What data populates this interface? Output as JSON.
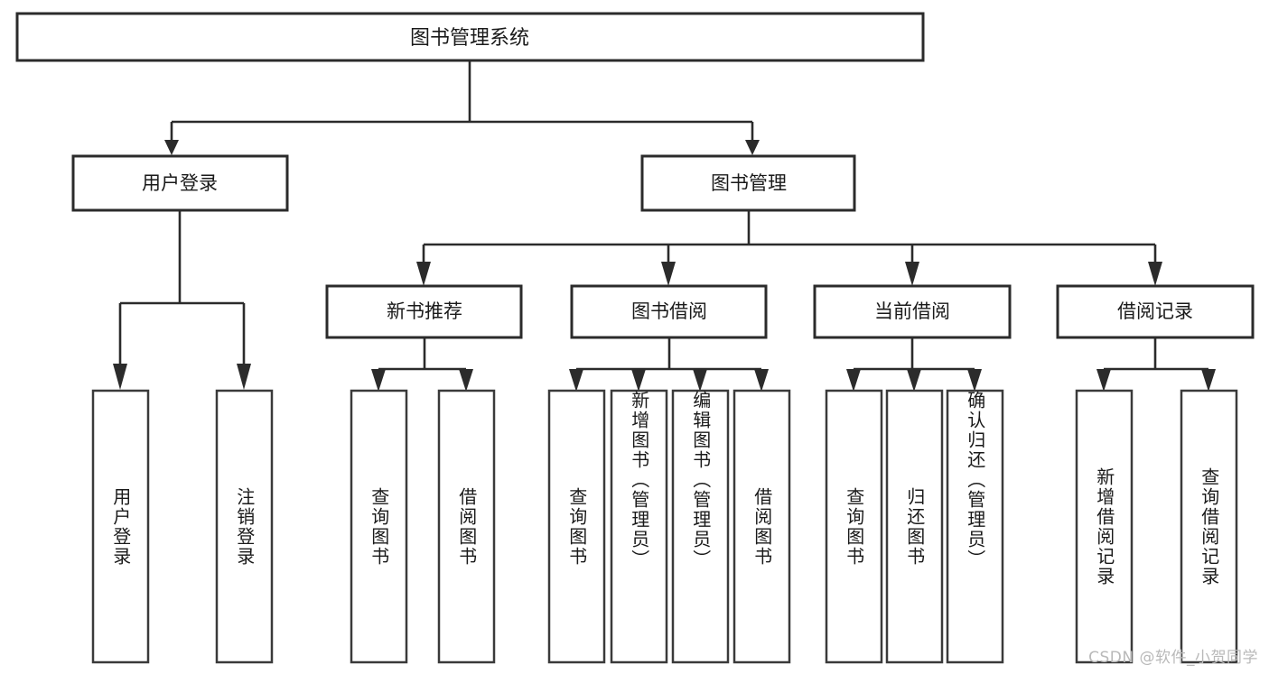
{
  "diagram": {
    "type": "tree-hierarchy",
    "title": "图书管理系统",
    "watermark": "CSDN @软件_小贺同学",
    "colors": {
      "background": "#ffffff",
      "box_stroke": "#2b2b2b",
      "box_fill": "#ffffff",
      "connector": "#2b2b2b",
      "text": "#1a1a1a",
      "watermark": "#b9b9b9"
    },
    "root": {
      "label": "图书管理系统"
    },
    "level2": [
      {
        "label": "用户登录"
      },
      {
        "label": "图书管理"
      }
    ],
    "level3": [
      {
        "label": "新书推荐"
      },
      {
        "label": "图书借阅"
      },
      {
        "label": "当前借阅"
      },
      {
        "label": "借阅记录"
      }
    ],
    "leaves": {
      "user_login": [
        {
          "label": "用户登录"
        },
        {
          "label": "注销登录"
        }
      ],
      "new_book_recommend": [
        {
          "label": "查询图书"
        },
        {
          "label": "借阅图书"
        }
      ],
      "book_borrow": [
        {
          "label": "查询图书"
        },
        {
          "label": "新增图书（管理员）"
        },
        {
          "label": "编辑图书（管理员）"
        },
        {
          "label": "借阅图书"
        }
      ],
      "current_borrow": [
        {
          "label": "查询图书"
        },
        {
          "label": "归还图书"
        },
        {
          "label": "确认归还（管理员）"
        }
      ],
      "borrow_record": [
        {
          "label": "新增借阅记录"
        },
        {
          "label": "查询借阅记录"
        }
      ]
    }
  }
}
